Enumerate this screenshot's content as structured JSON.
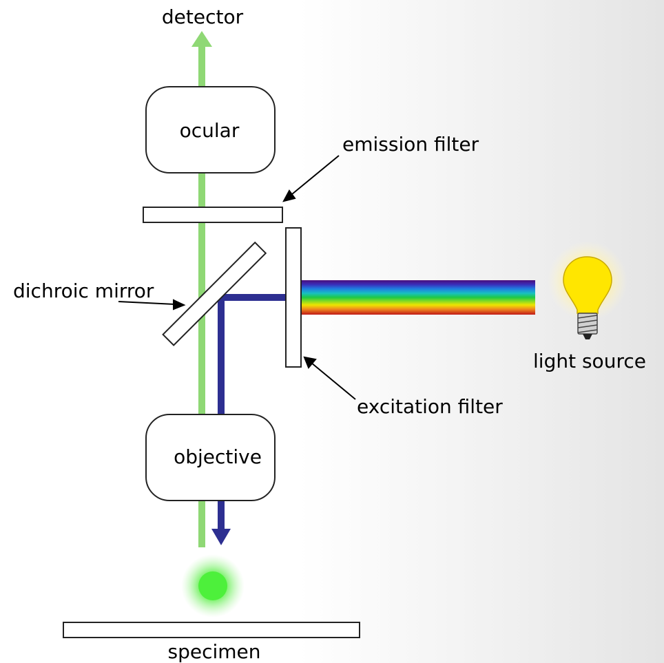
{
  "labels": {
    "detector": "detector",
    "ocular": "ocular",
    "emission_filter": "emission filter",
    "dichroic_mirror": "dichroic mirror",
    "light_source": "light source",
    "excitation_filter": "excitation filter",
    "objective": "objective",
    "specimen": "specimen"
  },
  "colors": {
    "emission_light": "#8fd875",
    "excitation_light": "#2d2f91",
    "fluorescence": "#4df03b",
    "bulb": "#ffe600",
    "spectrum": [
      "#5a1a8e",
      "#2c3bc8",
      "#1a8fe0",
      "#14c8b4",
      "#22c83c",
      "#a8e020",
      "#f0e000",
      "#f09020",
      "#e03020",
      "#b01818"
    ]
  }
}
